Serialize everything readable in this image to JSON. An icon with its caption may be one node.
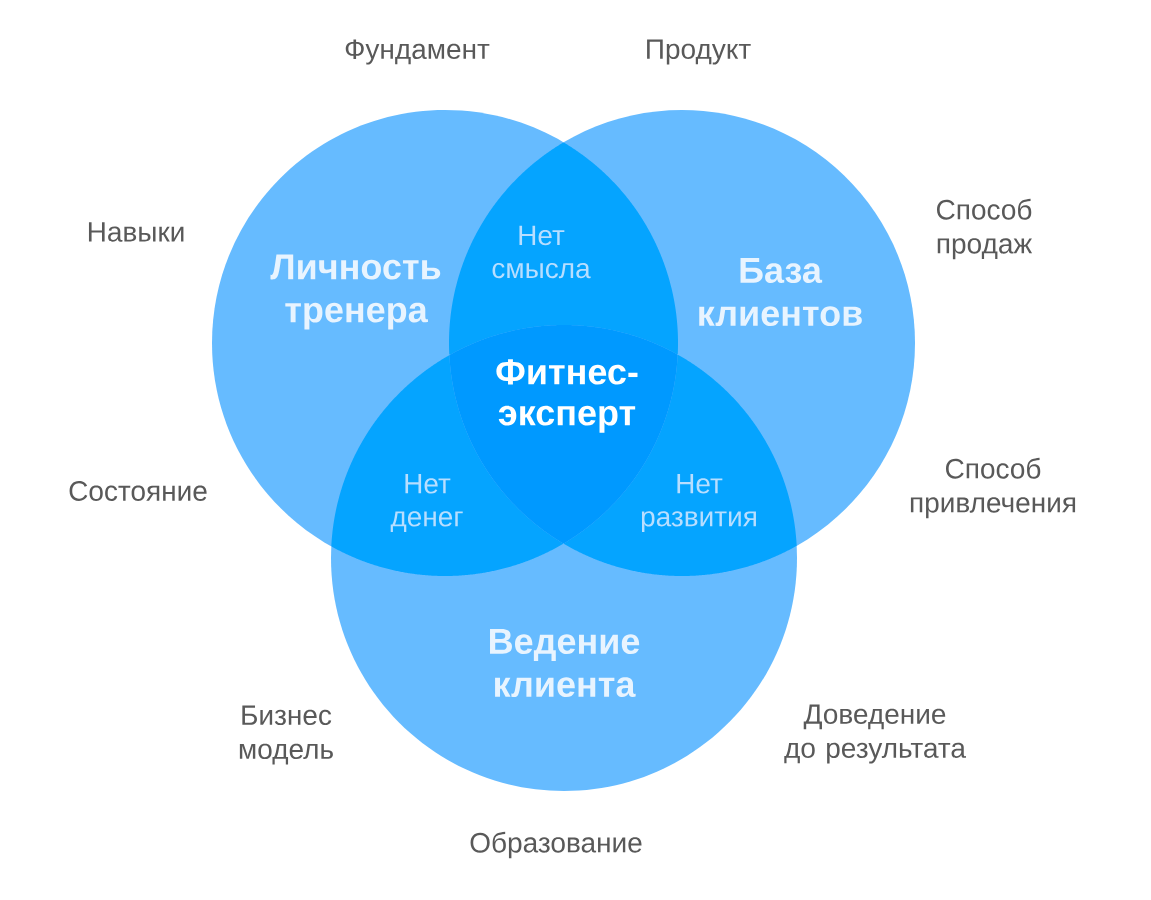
{
  "diagram": {
    "nodes": [
      {
        "text": [
          "Личность тренера"
        ],
        "beside": [
          "Фундамент",
          "Навыки",
          "Состояние"
        ]
      },
      {
        "text": [
          "База клиентов"
        ],
        "beside": [
          "Продукт",
          "Способ продаж",
          "Способ привлечения"
        ]
      },
      {
        "text": [
          "Ведение клиента"
        ],
        "beside": [
          "Бизнес модель",
          "Доведение до результата",
          "Образование"
        ]
      }
    ],
    "labels": [
      "Нет смысла",
      "Фитнес-эксперт",
      "Нет денег",
      "Нет развития"
    ]
  }
}
